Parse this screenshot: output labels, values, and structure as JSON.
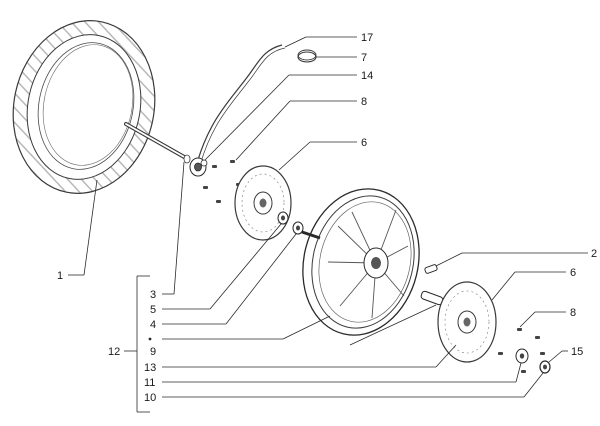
{
  "callouts": [
    {
      "id": "c17",
      "text": "17"
    },
    {
      "id": "c7",
      "text": "7"
    },
    {
      "id": "c14",
      "text": "14"
    },
    {
      "id": "c8a",
      "text": "8"
    },
    {
      "id": "c6a",
      "text": "6"
    },
    {
      "id": "c1",
      "text": "1"
    },
    {
      "id": "c2",
      "text": "2"
    },
    {
      "id": "c6b",
      "text": "6"
    },
    {
      "id": "c8b",
      "text": "8"
    },
    {
      "id": "c15",
      "text": "15"
    },
    {
      "id": "c3",
      "text": "3"
    },
    {
      "id": "c5",
      "text": "5"
    },
    {
      "id": "c4",
      "text": "4"
    },
    {
      "id": "c9",
      "text": "9"
    },
    {
      "id": "c12",
      "text": "12"
    },
    {
      "id": "c13",
      "text": "13"
    },
    {
      "id": "c11",
      "text": "11"
    },
    {
      "id": "c10",
      "text": "10"
    }
  ],
  "colors": {
    "line": "#2a2a2a",
    "part_stroke": "#3a3a3a",
    "background": "#ffffff"
  }
}
